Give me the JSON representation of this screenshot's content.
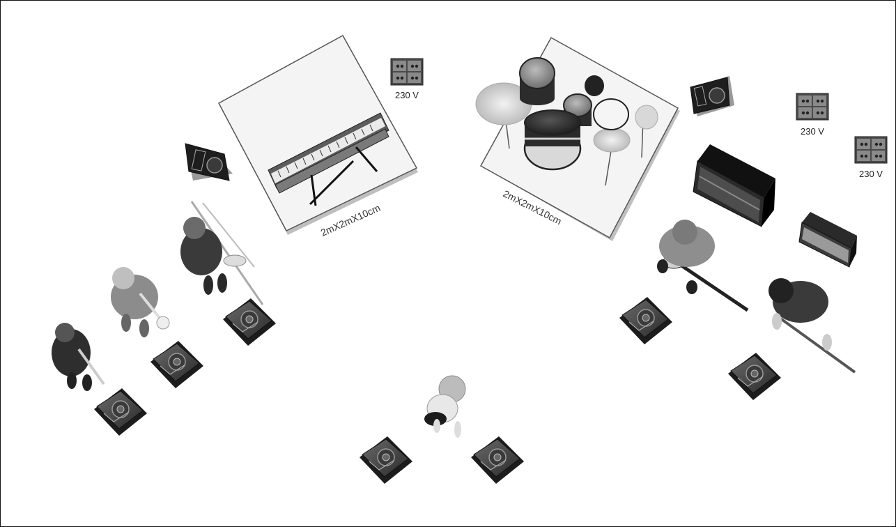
{
  "platforms": {
    "keyboard": {
      "label": "2mX2mX10cm"
    },
    "drums": {
      "label": "2mX2mX10cm"
    }
  },
  "power_outlets": [
    {
      "label": "230 V"
    },
    {
      "label": "230 V"
    },
    {
      "label": "230 V"
    }
  ],
  "icons": {
    "wedge_monitor": "floor-wedge-monitor-icon",
    "main_speaker": "pa-speaker-icon",
    "outlet": "power-outlet-quad-icon"
  }
}
